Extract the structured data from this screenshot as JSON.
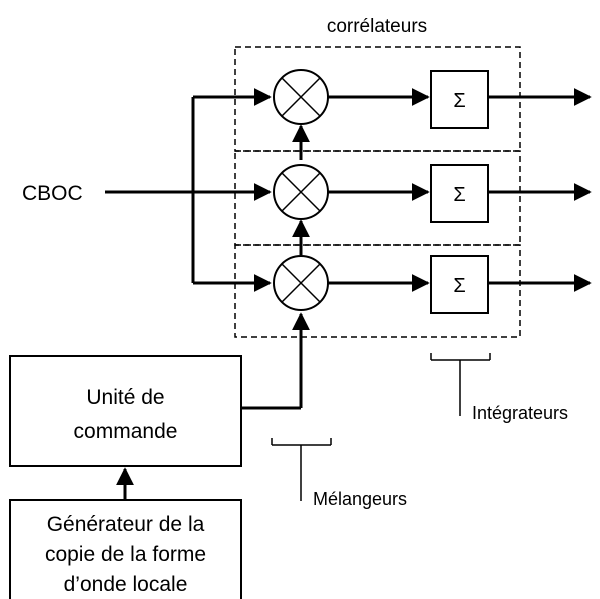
{
  "diagram": {
    "title": "corrélateurs",
    "input_label": "CBOC",
    "control_unit": {
      "line1": "Unité de",
      "line2": "commande"
    },
    "generator": {
      "line1": "Générateur de la",
      "line2": "copie de la forme",
      "line3": "d’onde locale"
    },
    "integrator_symbol": "Σ",
    "integrators_label": "Intégrateurs",
    "mixers_label": "Mélangeurs"
  }
}
